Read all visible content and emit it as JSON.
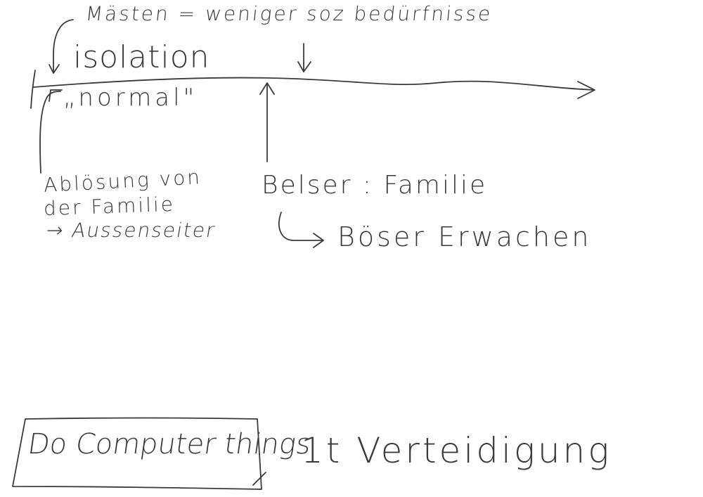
{
  "notes": {
    "top_line": "Mästen = weniger soz bedürfnisse",
    "isolation": "isolation",
    "normal": "„normal\"",
    "left_block": {
      "line1": "Ablösung von",
      "line2": "der Familie",
      "line3": "→ Aussenseiter"
    },
    "belser": "Belser : Familie",
    "boeser": "Böser Erwachen",
    "boxed_task": "Do Computer things",
    "verteidigung": "1t Verteidigung"
  },
  "colors": {
    "ink": "#3a3a3a",
    "background": "#ffffff"
  }
}
